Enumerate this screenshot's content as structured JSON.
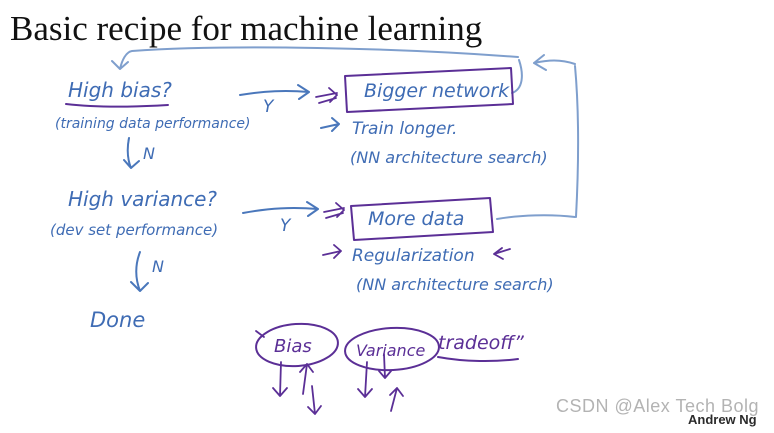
{
  "title": "Basic recipe for machine learning",
  "colors": {
    "ink_blue": "#3f6cb4",
    "ink_blue_light": "#7f9fcd",
    "ink_purple": "#5b2f96",
    "title_black": "#111111",
    "watermark_gray": "#b3b3b3",
    "credit_black": "#2b2b2b"
  },
  "flow": {
    "step1": {
      "question": "High bias?",
      "note": "(training data performance)",
      "no_label": "N",
      "yes_label": "Y",
      "fix_box": "Bigger network",
      "fix_2": "Train longer.",
      "fix_3": "(NN architecture search)"
    },
    "step2": {
      "question": "High variance?",
      "note": "(dev set performance)",
      "no_label": "N",
      "yes_label": "Y",
      "fix_box": "More data",
      "fix_2": "Regularization",
      "fix_3": "(NN architecture search)"
    },
    "done_label": "Done"
  },
  "concepts": {
    "bias": "Bias",
    "variance": "Variance",
    "tradeoff": "tradeoff”"
  },
  "watermark": "CSDN @Alex Tech Bolg",
  "credit": "Andrew Ng"
}
